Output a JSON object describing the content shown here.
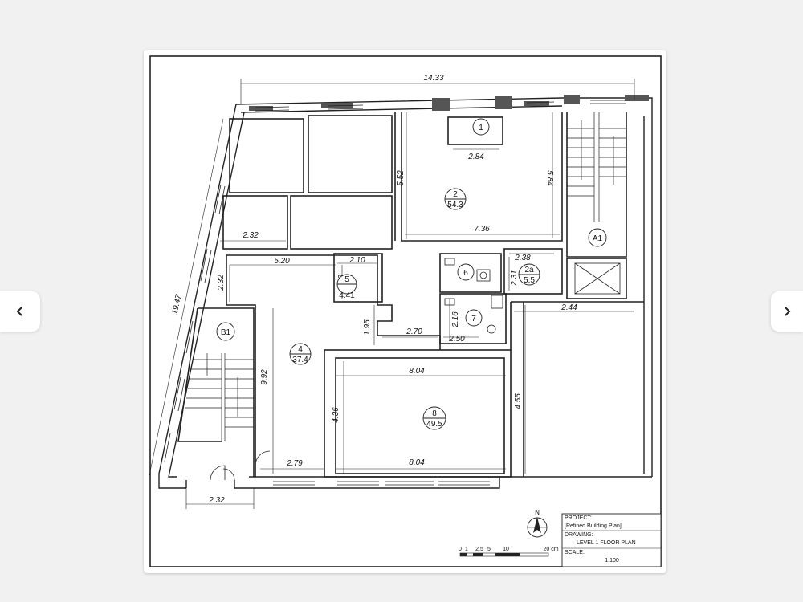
{
  "navigation": {
    "prev_icon": "chevron-left-icon",
    "next_icon": "chevron-right-icon"
  },
  "plan": {
    "dimensions": {
      "overall_width": "14.33",
      "bay_width": "2.84",
      "room2_depth": "5.52",
      "room2_depth_right": "5.84",
      "room2_width": "7.36",
      "small_room_width": "2.32",
      "corridor_width": "5.20",
      "wc5_width": "2.10",
      "wc5_depth": "2.10",
      "left_wing_depth": "2.32",
      "side_length": "19.47",
      "lobby_width": "2.70",
      "lobby_depth": "1.95",
      "wc7_depth": "2.16",
      "wc7_width": "2.50",
      "room2a_width": "2.38",
      "room2a_depth": "2.31",
      "right_bay_width": "2.44",
      "room4_depth": "9.92",
      "room8_width_top": "8.04",
      "room8_depth": "4.36",
      "right_depth": "4.55",
      "room8_width_bottom": "8.04",
      "entry_width": "2.79",
      "entry_step": "2.32"
    },
    "rooms": {
      "r1": {
        "id": "1"
      },
      "r2": {
        "id": "2",
        "area": "54.3"
      },
      "r2a": {
        "id": "2a",
        "area": "5.5"
      },
      "r4": {
        "id": "4",
        "area": "37.4"
      },
      "r5": {
        "id": "5",
        "area": "4.41"
      },
      "r6": {
        "id": "6"
      },
      "r7": {
        "id": "7"
      },
      "r8": {
        "id": "8",
        "area": "49.5"
      },
      "a1": {
        "id": "A1"
      },
      "b1": {
        "id": "B1"
      }
    },
    "north": "N",
    "scale_bar": {
      "ticks": [
        "0",
        "1",
        "2.5",
        "5",
        "10",
        "20 cm"
      ]
    },
    "title_block": {
      "project_label": "PROJECT:",
      "project_value": "[Refined Building Plan]",
      "drawing_label": "DRAWING:",
      "drawing_value": "LEVEL 1 FLOOR PLAN",
      "scale_label": "SCALE:",
      "scale_value": "1:100"
    }
  }
}
